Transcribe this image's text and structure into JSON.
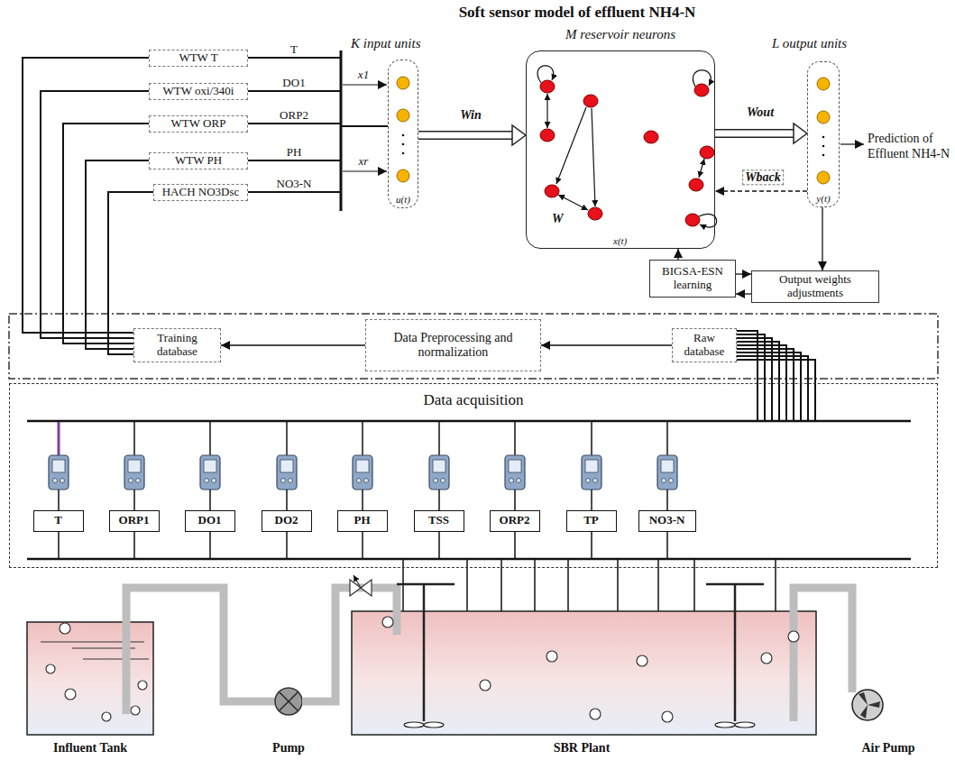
{
  "diagram": {
    "title": "Soft sensor model of effluent NH4-N",
    "nodes": [
      {
        "text": [
          "WTW T"
        ]
      },
      {
        "text": [
          "WTW oxi/340i"
        ]
      },
      {
        "text": [
          "WTW ORP"
        ]
      },
      {
        "text": [
          "WTW PH"
        ]
      },
      {
        "text": [
          "HACH NO3Dsc"
        ]
      },
      {
        "text": [
          "K input units",
          "u(t)"
        ]
      },
      {
        "text": [
          "M reservoir neurons",
          "W",
          "x(t)"
        ]
      },
      {
        "text": [
          "L output units",
          "y(t)"
        ]
      },
      {
        "text": [
          "BIGSA-ESN learning"
        ]
      },
      {
        "text": [
          "Output weights adjustments"
        ]
      },
      {
        "text": [
          "Training database"
        ]
      },
      {
        "text": [
          "Data Preprocessing and normalization"
        ]
      },
      {
        "text": [
          "Raw database"
        ]
      },
      {
        "text": [
          "Data acquisition"
        ]
      },
      {
        "text": [
          "T"
        ],
        "in": 13
      },
      {
        "text": [
          "ORP1"
        ],
        "in": 13
      },
      {
        "text": [
          "DO1"
        ],
        "in": 13
      },
      {
        "text": [
          "DO2"
        ],
        "in": 13
      },
      {
        "text": [
          "PH"
        ],
        "in": 13
      },
      {
        "text": [
          "TSS"
        ],
        "in": 13
      },
      {
        "text": [
          "ORP2"
        ],
        "in": 13
      },
      {
        "text": [
          "TP"
        ],
        "in": 13
      },
      {
        "text": [
          "NO3-N"
        ],
        "in": 13
      }
    ],
    "edges": [
      {
        "from": 0,
        "to": 5,
        "arrow": "none",
        "label": "T"
      },
      {
        "from": 1,
        "to": 5,
        "arrow": "none",
        "label": "DO1"
      },
      {
        "from": 2,
        "to": 5,
        "arrow": "none",
        "label": "ORP2"
      },
      {
        "from": 3,
        "to": 5,
        "arrow": "none",
        "label": "PH"
      },
      {
        "from": 4,
        "to": 5,
        "arrow": "none",
        "label": "NO3-N"
      },
      {
        "from": 5,
        "to": 6,
        "arrow": "to",
        "label": "Win"
      },
      {
        "from": 6,
        "to": 7,
        "arrow": "to",
        "label": "Wout"
      },
      {
        "from": 7,
        "to": 6,
        "arrow": "to",
        "label": "Wback"
      },
      {
        "from": 7,
        "to": 9,
        "arrow": "to"
      },
      {
        "from": 8,
        "to": 6,
        "arrow": "to"
      },
      {
        "from": 8,
        "to": 9,
        "arrow": "to"
      },
      {
        "from": 9,
        "to": 8,
        "arrow": "to"
      },
      {
        "from": 12,
        "to": 11,
        "arrow": "to"
      },
      {
        "from": 11,
        "to": 10,
        "arrow": "to"
      },
      {
        "from": 10,
        "to": 0,
        "arrow": "none"
      },
      {
        "from": 10,
        "to": 1,
        "arrow": "none"
      },
      {
        "from": 10,
        "to": 2,
        "arrow": "none"
      },
      {
        "from": 10,
        "to": 3,
        "arrow": "none"
      },
      {
        "from": 10,
        "to": 4,
        "arrow": "none"
      }
    ],
    "labels": [
      "x1",
      "xr",
      "Prediction of Effluent NH4-N",
      "Influent Tank",
      "Pump",
      "SBR Plant",
      "Air Pump"
    ]
  }
}
